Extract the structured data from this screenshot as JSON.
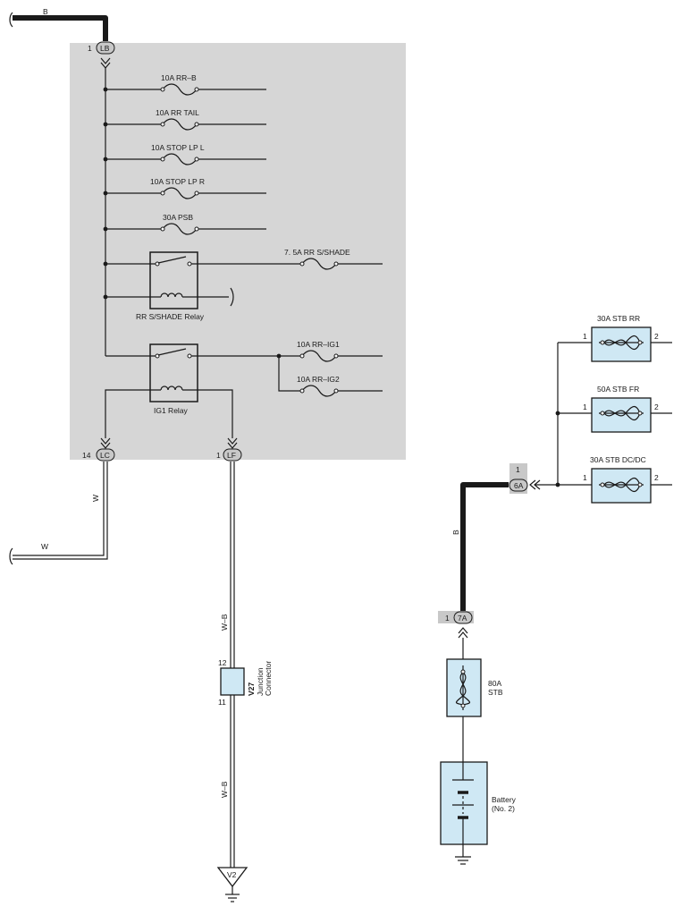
{
  "wires": {
    "top_b": "B",
    "lc_w_vertical": "W",
    "lc_w_horizontal": "W",
    "lf_wb_upper": "W–B",
    "lf_wb_lower": "W–B",
    "right_b": "B"
  },
  "connectors": {
    "lb": {
      "pin": "1",
      "name": "LB"
    },
    "lc": {
      "pin": "14",
      "name": "LC"
    },
    "lf": {
      "pin": "1",
      "name": "LF"
    },
    "c6a": {
      "pin": "1",
      "name": "6A"
    },
    "c7a": {
      "pin": "1",
      "name": "7A"
    }
  },
  "fuses": {
    "rr_b": "10A RR–B",
    "rr_tail": "10A RR TAIL",
    "stop_lp_l": "10A STOP LP L",
    "stop_lp_r": "10A STOP LP R",
    "psb": "30A PSB",
    "rr_sshade": "7. 5A RR S/SHADE",
    "rr_ig1": "10A RR–IG1",
    "rr_ig2": "10A RR–IG2"
  },
  "relays": {
    "rr_sshade": "RR S/SHADE Relay",
    "ig1": "IG1 Relay"
  },
  "fusible_links": {
    "stb_rr": {
      "label": "30A STB RR",
      "pin_in": "1",
      "pin_out": "2"
    },
    "stb_fr": {
      "label": "50A STB FR",
      "pin_in": "1",
      "pin_out": "2"
    },
    "stb_dcdc": {
      "label": "30A STB DC/DC",
      "pin_in": "1",
      "pin_out": "2"
    }
  },
  "stb80": {
    "line1": "80A",
    "line2": "STB"
  },
  "junction": {
    "id": "V27",
    "line1": "Junction",
    "line2": "Connector",
    "pin_top": "12",
    "pin_bottom": "11"
  },
  "battery": {
    "line1": "Battery",
    "line2": "(No. 2)"
  },
  "ground": {
    "id": "V2"
  }
}
